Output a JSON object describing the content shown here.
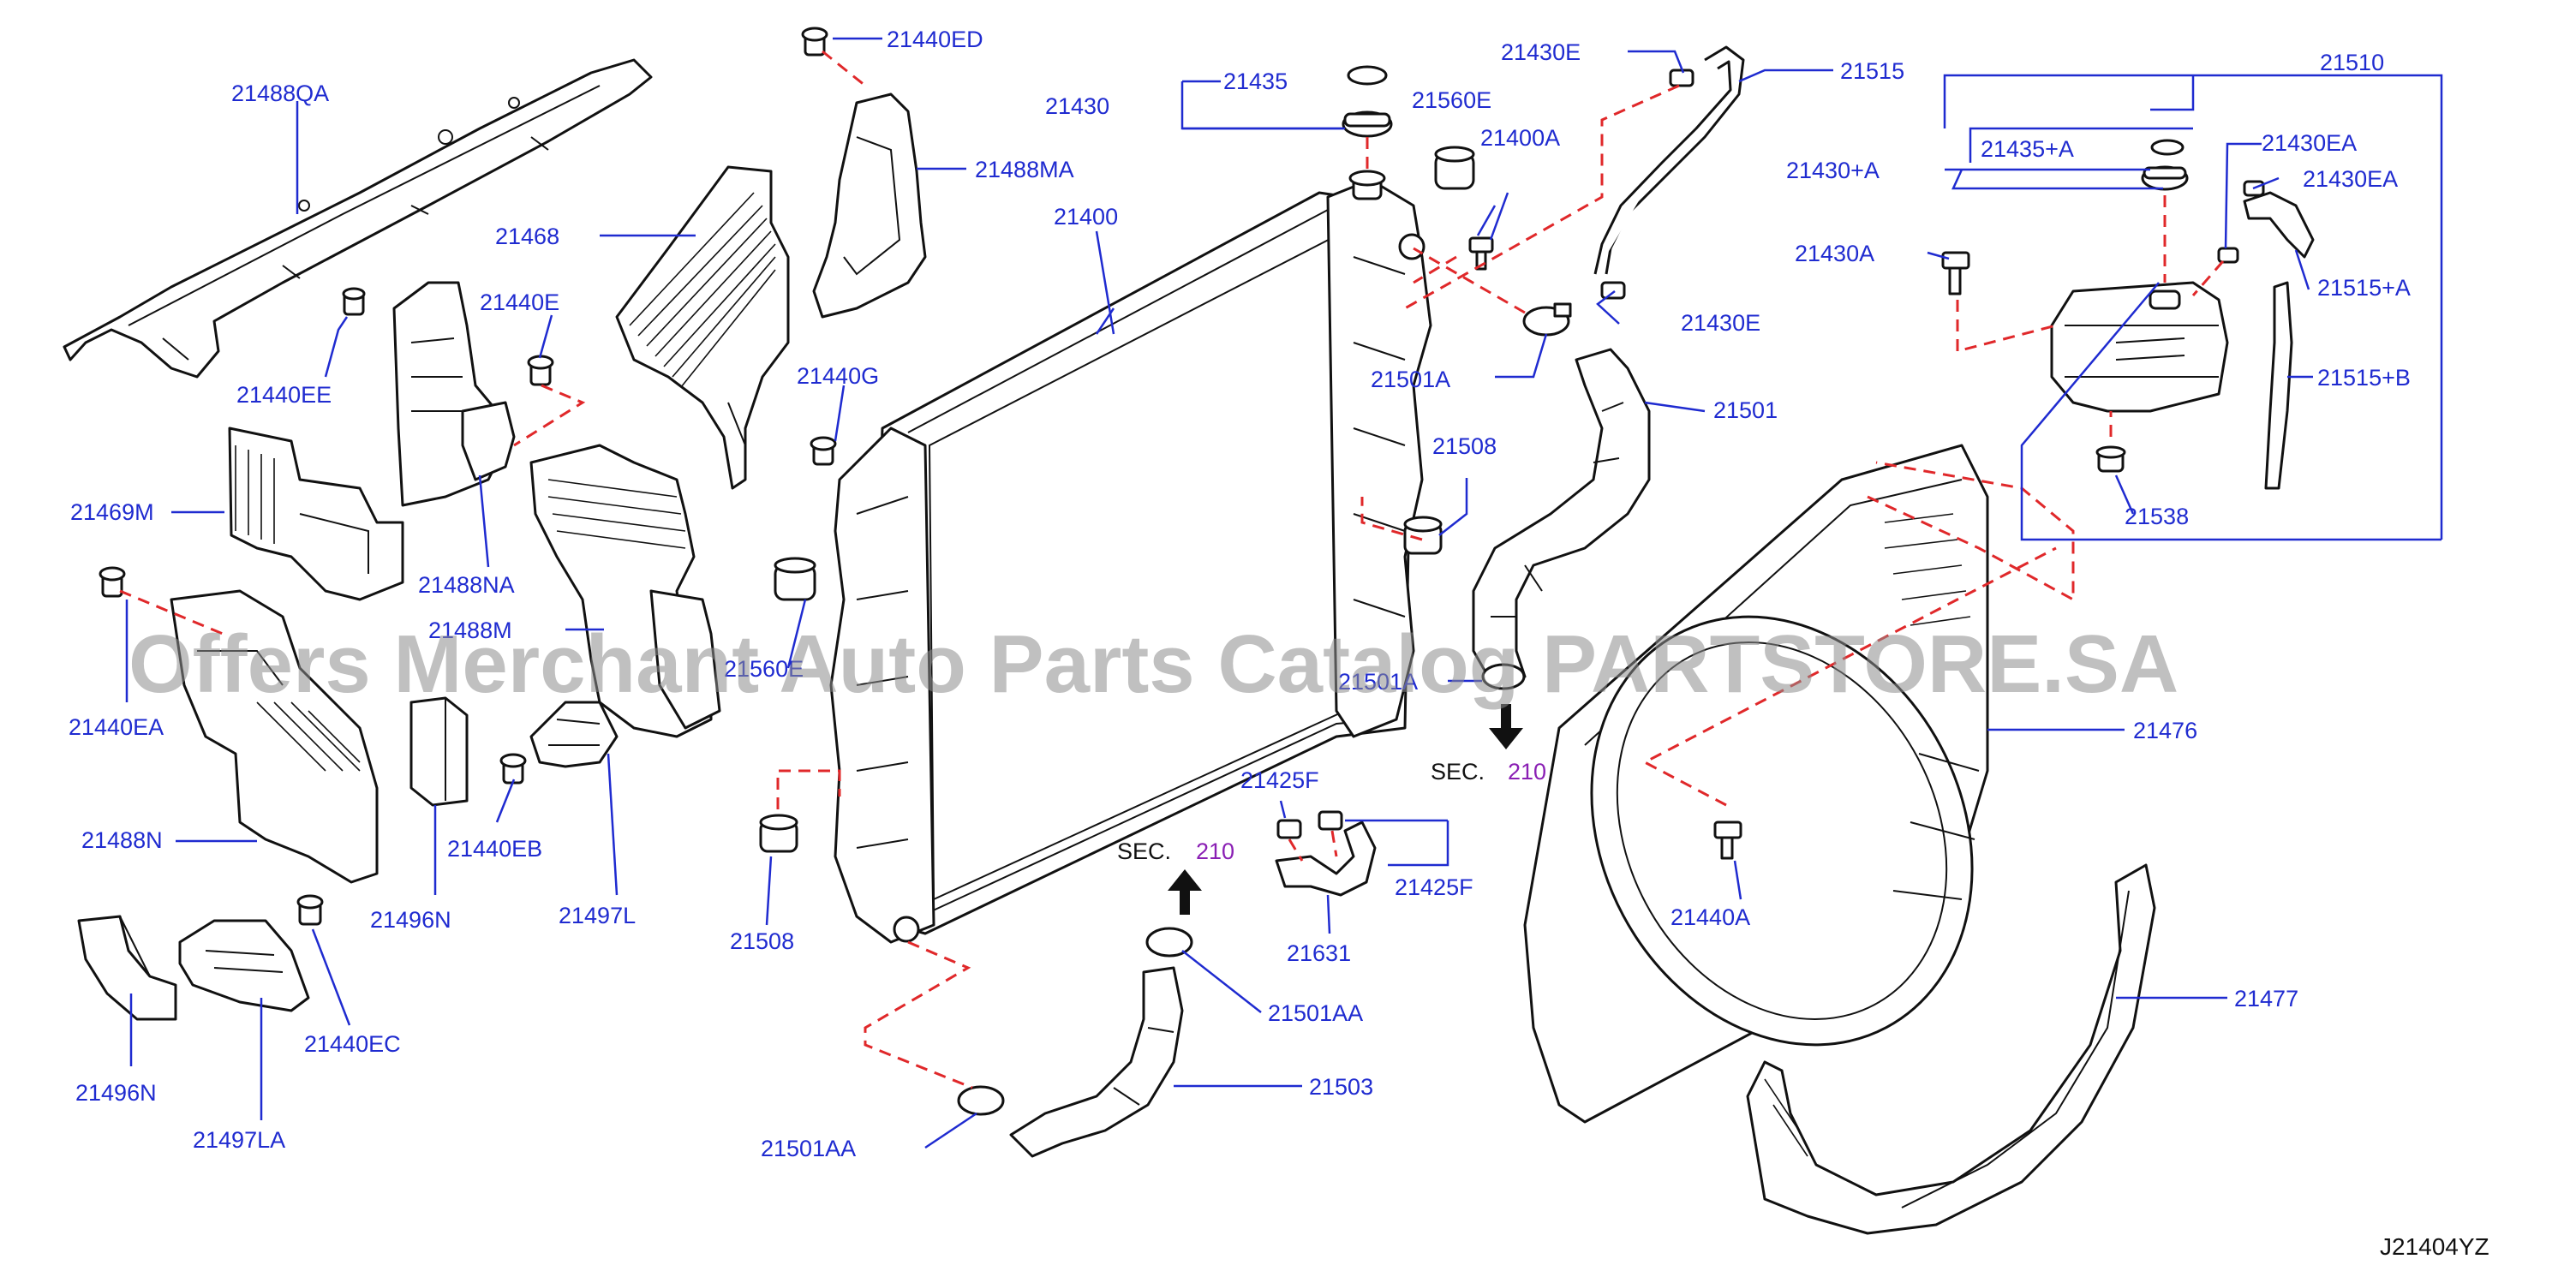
{
  "labels": {
    "l21488QA": "21488QA",
    "l21440EE": "21440EE",
    "l21469M": "21469M",
    "l21440EA_left": "21440EA",
    "l21488N": "21488N",
    "l21496N_a": "21496N",
    "l21497LA": "21497LA",
    "l21440EC": "21440EC",
    "l21496N_b": "21496N",
    "l21468": "21468",
    "l21440E_left": "21440E",
    "l21488NA": "21488NA",
    "l21488M": "21488M",
    "l21440EB": "21440EB",
    "l21497L": "21497L",
    "l21440ED": "21440ED",
    "l21488MA": "21488MA",
    "l21440G": "21440G",
    "l21560E_left": "21560E",
    "l21508_left": "21508",
    "l21430": "21430",
    "l21435": "21435",
    "l21400": "21400",
    "l21560E": "21560E",
    "l21400A": "21400A",
    "l21430E_top": "21430E",
    "l21515": "21515",
    "l21430E_low": "21430E",
    "l21501A_top": "21501A",
    "l21508_mid": "21508",
    "l21501": "21501",
    "l21501A_mid": "21501A",
    "l21425F_top": "21425F",
    "l21425F_right": "21425F",
    "l21631": "21631",
    "l21501AA_mid": "21501AA",
    "l21503": "21503",
    "l21501AA_low": "21501AA",
    "l21476": "21476",
    "l21440A": "21440A",
    "l21477": "21477",
    "l21510": "21510",
    "l21435A": "21435+A",
    "l21430A_plus": "21430+A",
    "l21430EA_1": "21430EA",
    "l21430EA_2": "21430EA",
    "l21430A": "21430A",
    "l21515A": "21515+A",
    "l21515B": "21515+B",
    "l21538": "21538"
  },
  "sec_refs": {
    "sec_left_word": "SEC.",
    "sec_left_num": "210",
    "sec_right_word": "SEC.",
    "sec_right_num": "210"
  },
  "watermark": "Offers Merchant Auto Parts Catalog PARTSTORE.SA",
  "diagram_code": "J21404YZ",
  "colors": {
    "label_blue": "#1f2bd0",
    "dash_red": "#e0282a",
    "sec_purple": "#8a1fb4",
    "line_black": "#111111"
  }
}
